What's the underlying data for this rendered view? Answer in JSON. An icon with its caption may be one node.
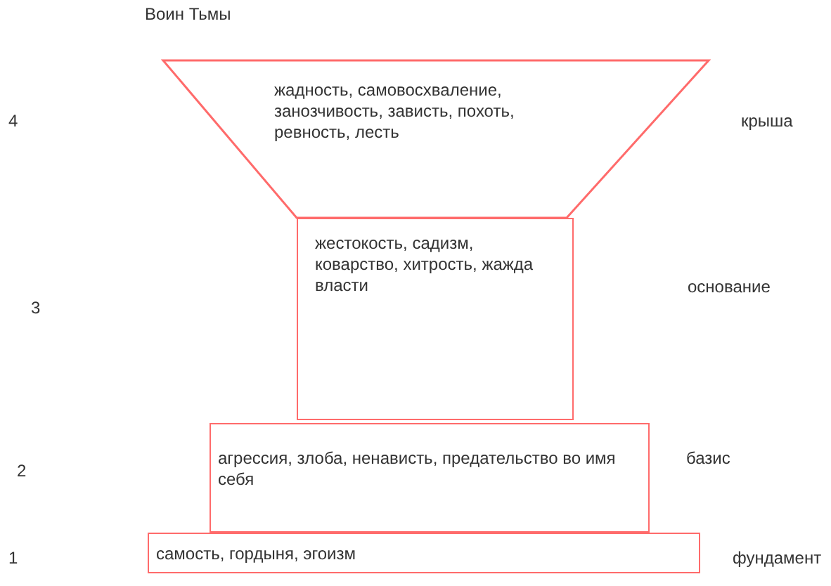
{
  "diagram": {
    "title": "Воин Тьмы",
    "nodes": [
      {
        "text": [
          "жадность, самовосхваление, занозчивость, зависть, похоть, ревность, лесть"
        ]
      },
      {
        "text": [
          "жестокость, садизм, коварство, хитрость, жажда власти"
        ]
      },
      {
        "text": [
          "агрессия, злоба, ненависть, предательство во имя себя"
        ]
      },
      {
        "text": [
          "самость, гордыня, эгоизм"
        ]
      }
    ],
    "labels": [
      "4",
      "крыша",
      "основание",
      "3",
      "базис",
      "2",
      "1",
      "фундамент"
    ]
  }
}
